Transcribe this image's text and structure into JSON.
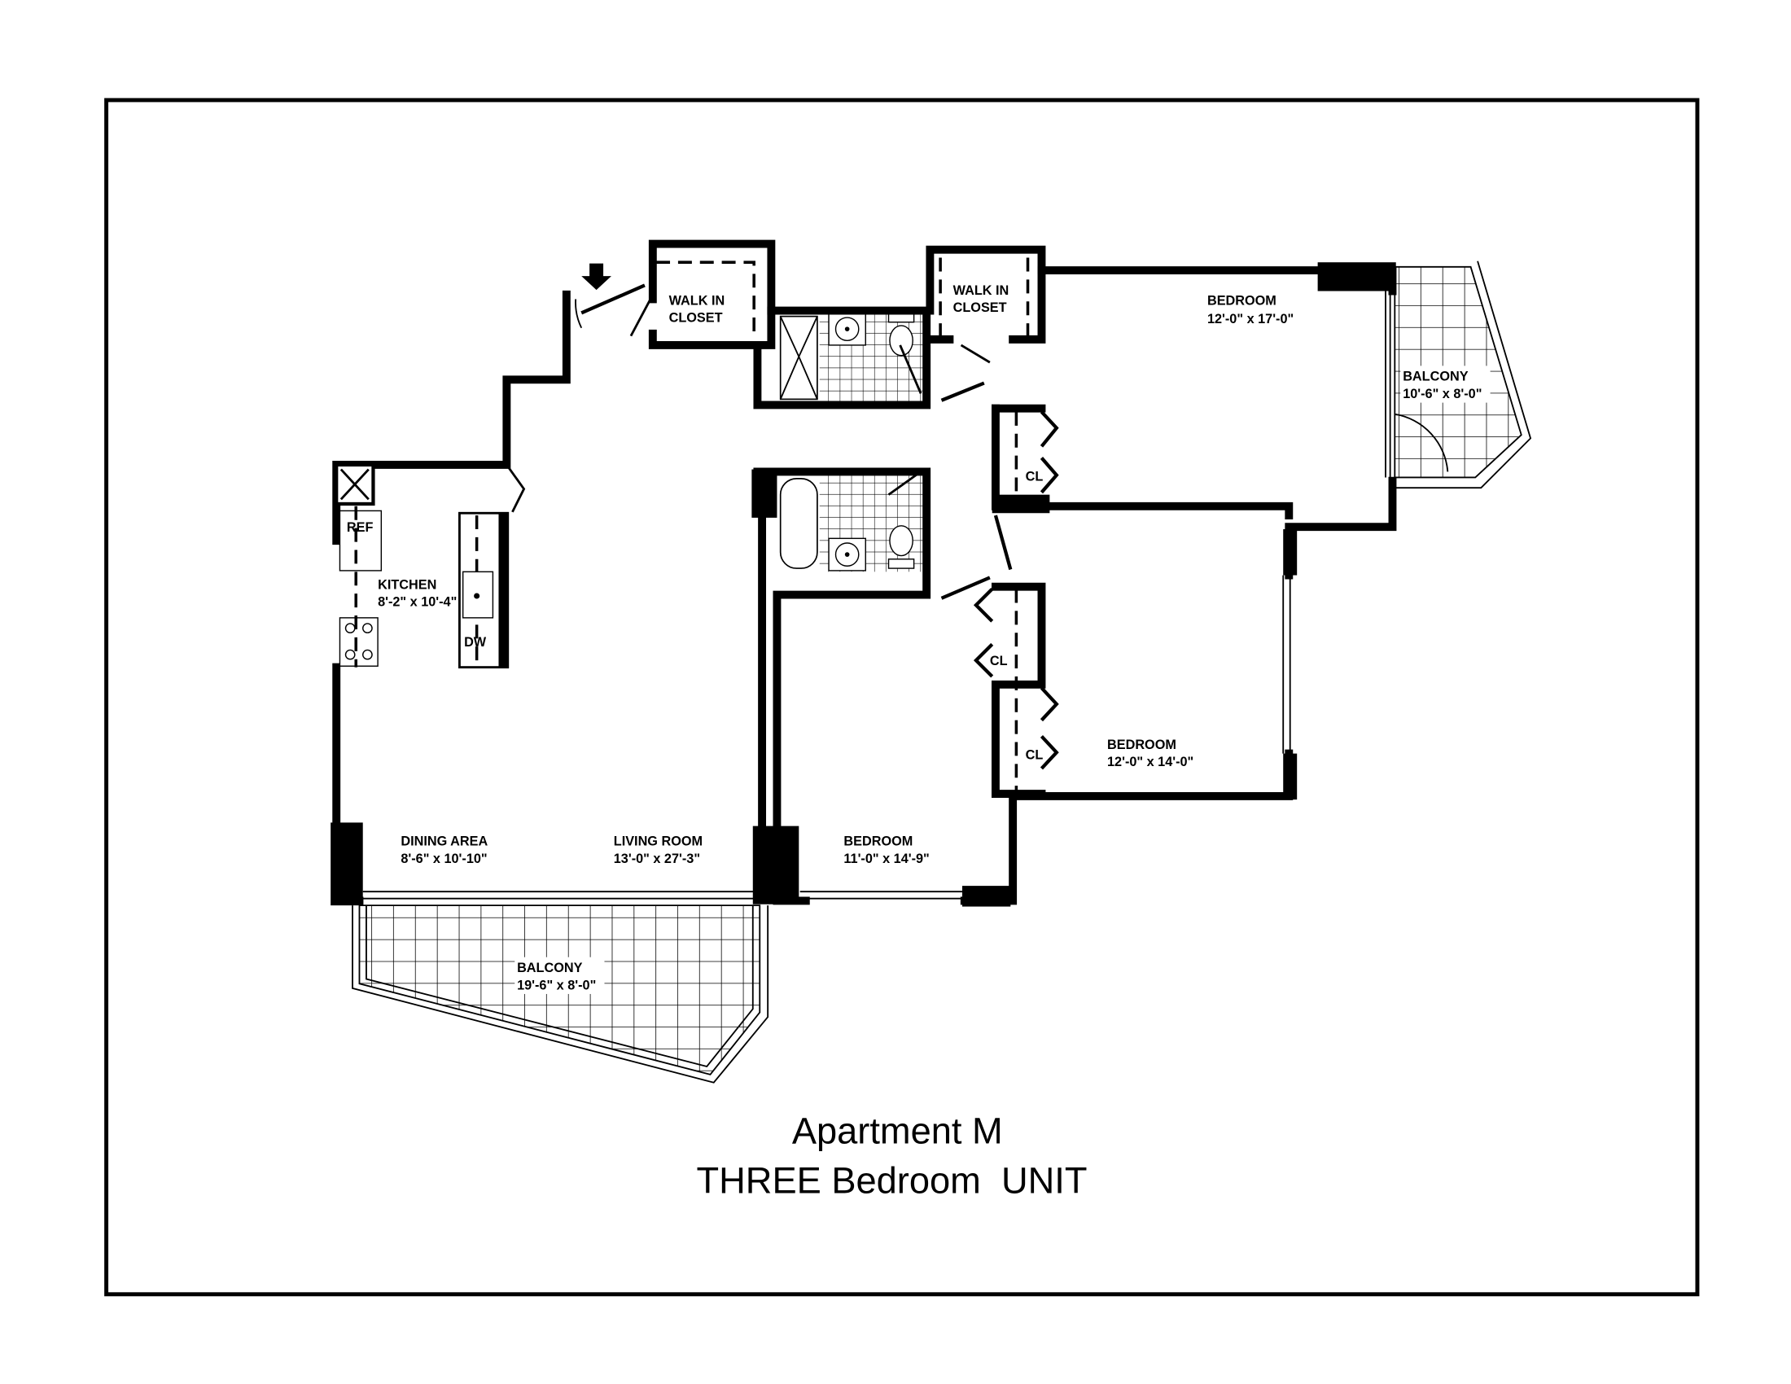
{
  "plan": {
    "title": "Apartment M",
    "subtitle": "THREE Bedroom  UNIT",
    "rooms": {
      "walk_in_closet_1": [
        "WALK IN",
        "CLOSET"
      ],
      "walk_in_closet_2": [
        "WALK IN",
        "CLOSET"
      ],
      "kitchen": {
        "name": "KITCHEN",
        "size": "8'-2\" x 10'-4\""
      },
      "ref": "REF",
      "dw": "DW",
      "dining": {
        "name": "DINING AREA",
        "size": "8'-6\" x 10'-10\""
      },
      "living": {
        "name": "LIVING ROOM",
        "size": "13'-0\" x 27'-3\""
      },
      "bedroom_3": {
        "name": "BEDROOM",
        "size": "11'-0\" x 14'-9\""
      },
      "bedroom_1": {
        "name": "BEDROOM",
        "size": "12'-0\" x 17'-0\""
      },
      "bedroom_2": {
        "name": "BEDROOM",
        "size": "12'-0\" x 14'-0\""
      },
      "balcony_main": {
        "name": "BALCONY",
        "size": "19'-6\" x 8'-0\""
      },
      "balcony_side": {
        "name": "BALCONY",
        "size": "10'-6\" x 8'-0\""
      },
      "closets": [
        "CL",
        "CL",
        "CL"
      ]
    }
  }
}
